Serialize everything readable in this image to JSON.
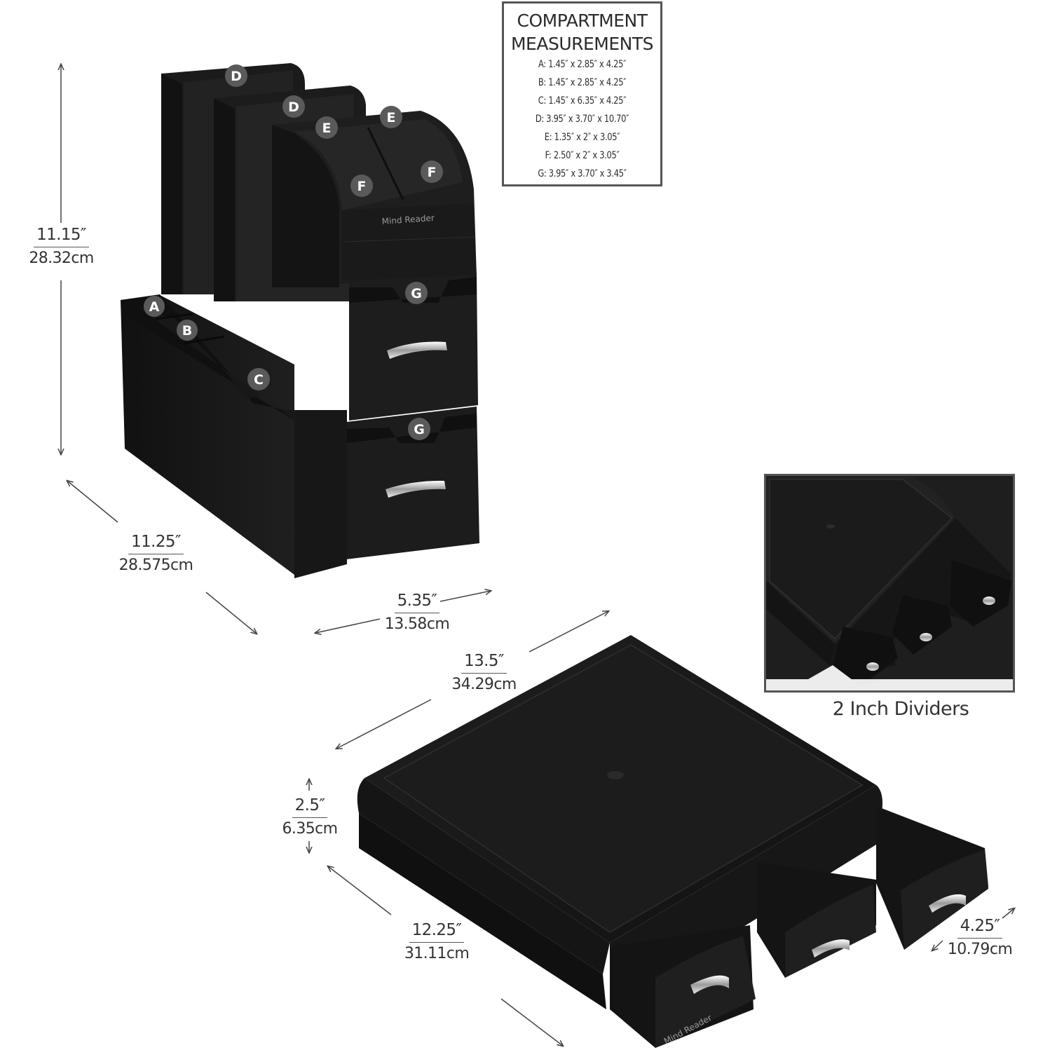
{
  "compartments": {
    "title": "COMPARTMENT\nMEASUREMENTS",
    "lines": [
      "A: 1.45″ x 2.85″ x 4.25″",
      "B: 1.45″ x 2.85″ x 4.25″",
      "C: 1.45″ x 6.35″ x 4.25″",
      "D: 3.95″ x 3.70″ x 10.70″",
      "E: 1.35″ x 2″ x 3.05″",
      "F: 2.50″ x  2″ x 3.05″",
      "G: 3.95″ x 3.70″ x 3.45″"
    ]
  },
  "labels": {
    "a": "A",
    "b": "B",
    "c": "C",
    "d": "D",
    "e": "E",
    "f": "F",
    "g": "G"
  },
  "brand": "Mind Reader",
  "dimensions": {
    "organizer_height": {
      "in": "11.15″",
      "cm": "28.32cm"
    },
    "organizer_depth": {
      "in": "11.25″",
      "cm": "28.575cm"
    },
    "organizer_width": {
      "in": "5.35″",
      "cm": "13.58cm"
    },
    "drawer_width": {
      "in": "13.5″",
      "cm": "34.29cm"
    },
    "drawer_height": {
      "in": "2.5″",
      "cm": "6.35cm"
    },
    "drawer_depth": {
      "in": "12.25″",
      "cm": "31.11cm"
    },
    "drawer_slot": {
      "in": "4.25″",
      "cm": "10.79cm"
    }
  },
  "inset": {
    "caption": "2 Inch Dividers"
  },
  "colors": {
    "product": "#1c1c1c",
    "badge": "#5a5a5a",
    "frame": "#555555"
  }
}
